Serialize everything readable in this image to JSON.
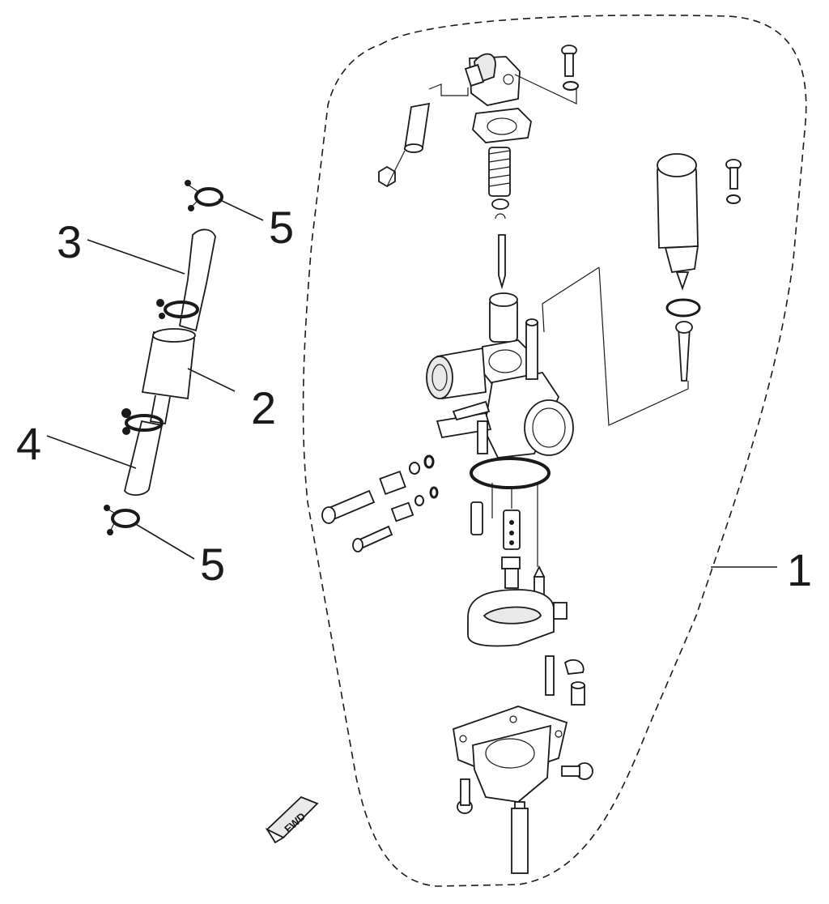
{
  "callouts": [
    {
      "id": "callout-1",
      "label": "1"
    },
    {
      "id": "callout-2",
      "label": "2"
    },
    {
      "id": "callout-3",
      "label": "3"
    },
    {
      "id": "callout-4",
      "label": "4"
    },
    {
      "id": "callout-5-top",
      "label": "5"
    },
    {
      "id": "callout-5-bottom",
      "label": "5"
    }
  ],
  "direction_marker": {
    "label": "FWD"
  }
}
